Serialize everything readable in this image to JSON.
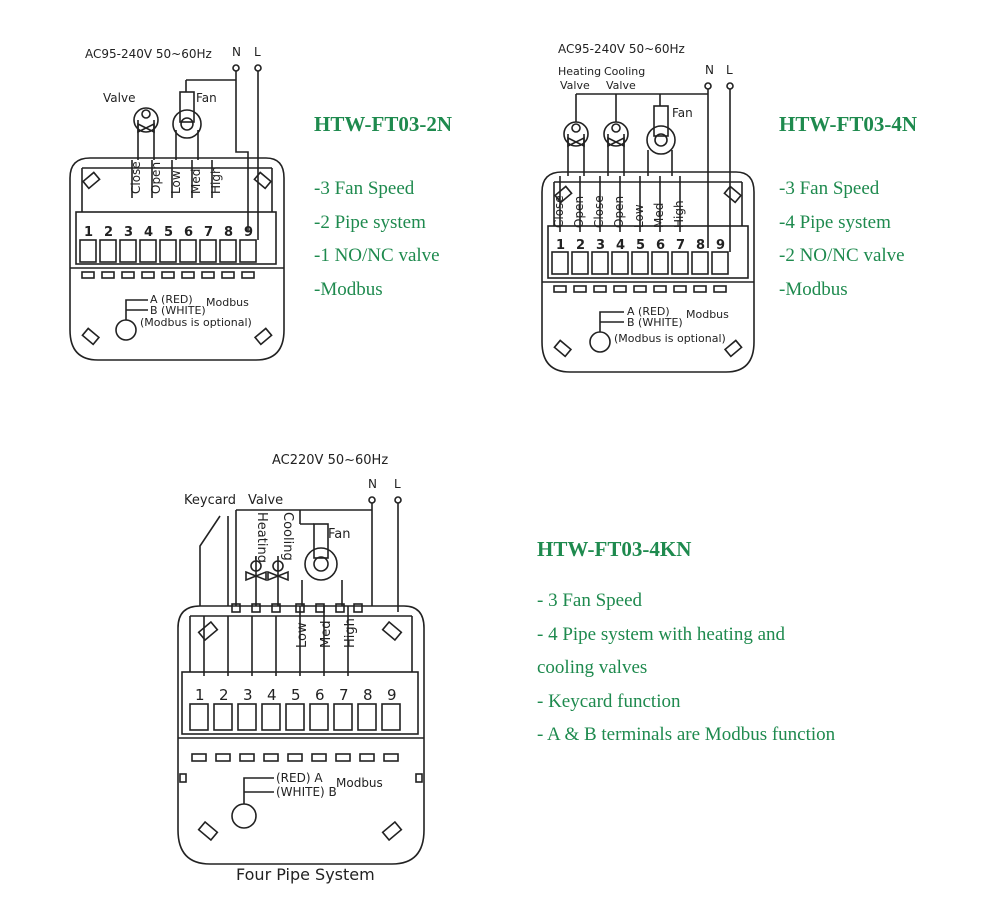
{
  "colors": {
    "accent": "#1e8a4e",
    "line": "#222222"
  },
  "left_diagram": {
    "supply": "AC95-240V  50~60Hz",
    "neutral": "N",
    "live": "L",
    "valve_label": "Valve",
    "fan_label": "Fan",
    "wire_labels": [
      "Close",
      "Open",
      "Low",
      "Med",
      "High"
    ],
    "terminals": [
      "1",
      "2",
      "3",
      "4",
      "5",
      "6",
      "7",
      "8",
      "9"
    ],
    "modbus_a": "A (RED)",
    "modbus_b": "B (WHITE)",
    "modbus_label": "Modbus",
    "modbus_note": "(Modbus is optional)"
  },
  "right_diagram": {
    "supply": "AC95-240V  50~60Hz",
    "neutral": "N",
    "live": "L",
    "heating_valve_1": "Heating",
    "heating_valve_2": "Valve",
    "cooling_valve_1": "Cooling",
    "cooling_valve_2": "Valve",
    "fan_label": "Fan",
    "wire_labels": [
      "Close",
      "Open",
      "Close",
      "Open",
      "Low",
      "Med",
      "High"
    ],
    "terminals": [
      "1",
      "2",
      "3",
      "4",
      "5",
      "6",
      "7",
      "8",
      "9"
    ],
    "modbus_a": "A (RED)",
    "modbus_b": "B (WHITE)",
    "modbus_label": "Modbus",
    "modbus_note": "(Modbus is optional)"
  },
  "bottom_diagram": {
    "supply": "AC220V 50~60Hz",
    "neutral": "N",
    "live": "L",
    "keycard_label": "Keycard",
    "valve_label": "Valve",
    "heating": "Heating",
    "cooling": "Cooling",
    "fan_label": "Fan",
    "wire_labels": [
      "Low",
      "Med",
      "High"
    ],
    "terminals": [
      "1",
      "2",
      "3",
      "4",
      "5",
      "6",
      "7",
      "8",
      "9"
    ],
    "modbus_a": "(RED) A",
    "modbus_b": "(WHITE) B",
    "modbus_label": "Modbus",
    "caption": "Four Pipe System"
  },
  "models": [
    {
      "name": "HTW-FT03-2N",
      "features": [
        "-3 Fan Speed",
        "-2 Pipe system",
        "-1 NO/NC valve",
        "-Modbus"
      ]
    },
    {
      "name": "HTW-FT03-4N",
      "features": [
        "-3 Fan Speed",
        "-4 Pipe system",
        "-2 NO/NC valve",
        "-Modbus"
      ]
    },
    {
      "name": "HTW-FT03-4KN",
      "features": [
        "- 3 Fan Speed",
        "- 4 Pipe system with heating and",
        "cooling valves",
        "- Keycard function",
        "- A & B terminals are Modbus function"
      ]
    }
  ]
}
